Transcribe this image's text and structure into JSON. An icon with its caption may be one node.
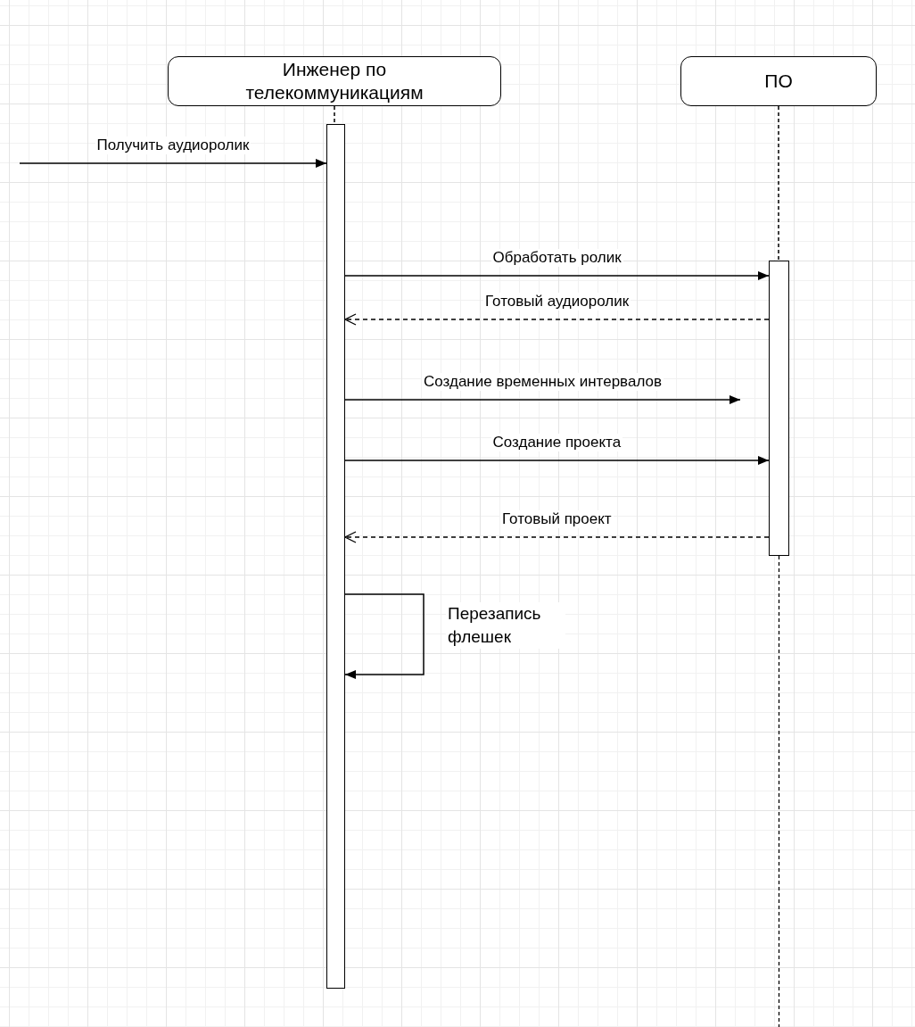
{
  "diagram": {
    "nodes": [
      {
        "text": [
          "Инженер по телекоммуникациям"
        ]
      },
      {
        "text": [
          "ПО"
        ]
      },
      {
        "text": [],
        "shape": "bar"
      },
      {
        "text": [],
        "shape": "bar"
      }
    ],
    "edges": [
      {
        "from": 0,
        "to": 2,
        "arrow": "none",
        "style": "dashed"
      },
      {
        "from": 1,
        "to": 3,
        "arrow": "none",
        "style": "dashed"
      },
      {
        "from": null,
        "to": 2,
        "arrow": "to",
        "label": "Получить аудиоролик"
      },
      {
        "from": 2,
        "to": 3,
        "arrow": "to",
        "label": "Обработать ролик"
      },
      {
        "from": 3,
        "to": 2,
        "arrow": "to",
        "style": "dashed",
        "label": "Готовый аудиоролик"
      },
      {
        "from": 2,
        "to": null,
        "arrow": "to",
        "label": "Создание временных интервалов"
      },
      {
        "from": 2,
        "to": 3,
        "arrow": "to",
        "label": "Создание проекта"
      },
      {
        "from": 3,
        "to": 2,
        "arrow": "to",
        "style": "dashed",
        "label": "Готовый проект"
      },
      {
        "from": 2,
        "to": 2,
        "arrow": "to",
        "label": "Перезапись флешек"
      }
    ]
  }
}
